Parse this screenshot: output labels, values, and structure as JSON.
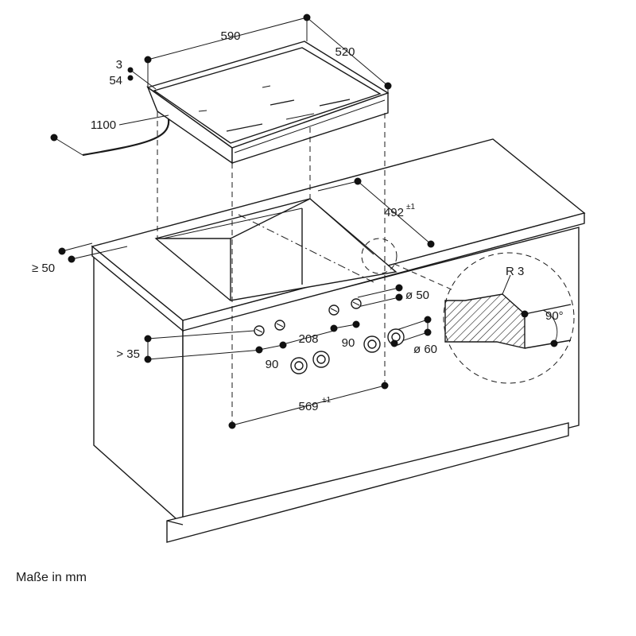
{
  "dimensions": {
    "width": "590",
    "depth": "520",
    "thickness": "3",
    "height": "54",
    "cable_length": "1100",
    "cutout_depth": "492",
    "cutout_depth_tol": "±1",
    "front_distance": "≥ 50",
    "cutout_width": "569",
    "cutout_width_tol": "±1",
    "knob_min_offset": "> 35",
    "knob_spacing_left": "90",
    "knob_pair_spacing": "208",
    "knob_spacing_right": "90",
    "hole_diameter_50": "ø 50",
    "hole_diameter_60": "ø 60",
    "detail_radius": "R 3",
    "detail_angle": "90°"
  },
  "footer": {
    "units_note": "Maße in mm"
  }
}
